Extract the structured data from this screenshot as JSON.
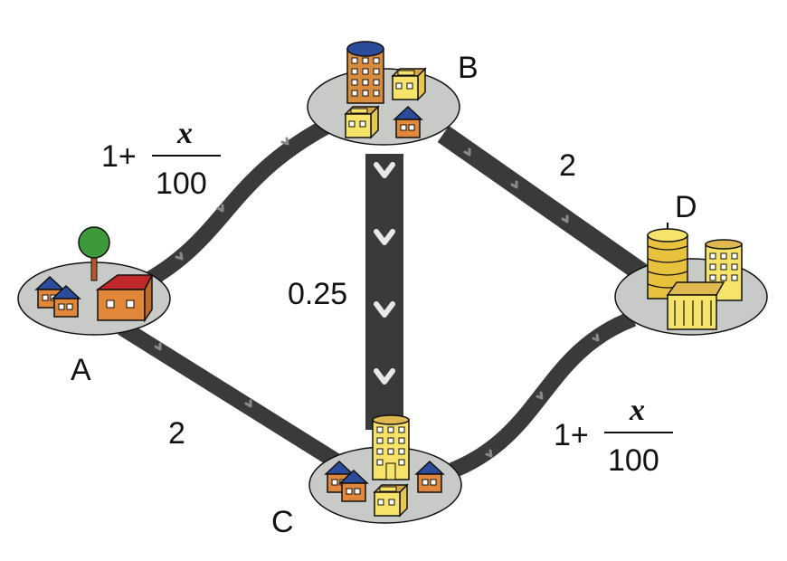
{
  "nodes": {
    "a": {
      "label": "A"
    },
    "b": {
      "label": "B"
    },
    "c": {
      "label": "C"
    },
    "d": {
      "label": "D"
    }
  },
  "edges": {
    "ab": {
      "const": "1+",
      "num": "x",
      "den": "100"
    },
    "ac": {
      "cost": "2"
    },
    "bc": {
      "cost": "0.25"
    },
    "bd": {
      "cost": "2"
    },
    "cd": {
      "const": "1+",
      "num": "x",
      "den": "100"
    }
  },
  "colors": {
    "road": "#3a3a3a",
    "platform": "#c8cac8",
    "house_wall": "#e0873a",
    "house_roof_blue": "#2a4c9a",
    "house_roof_red": "#c0282a",
    "building_yellow": "#f6e46a",
    "building_orange": "#d88d3e"
  }
}
